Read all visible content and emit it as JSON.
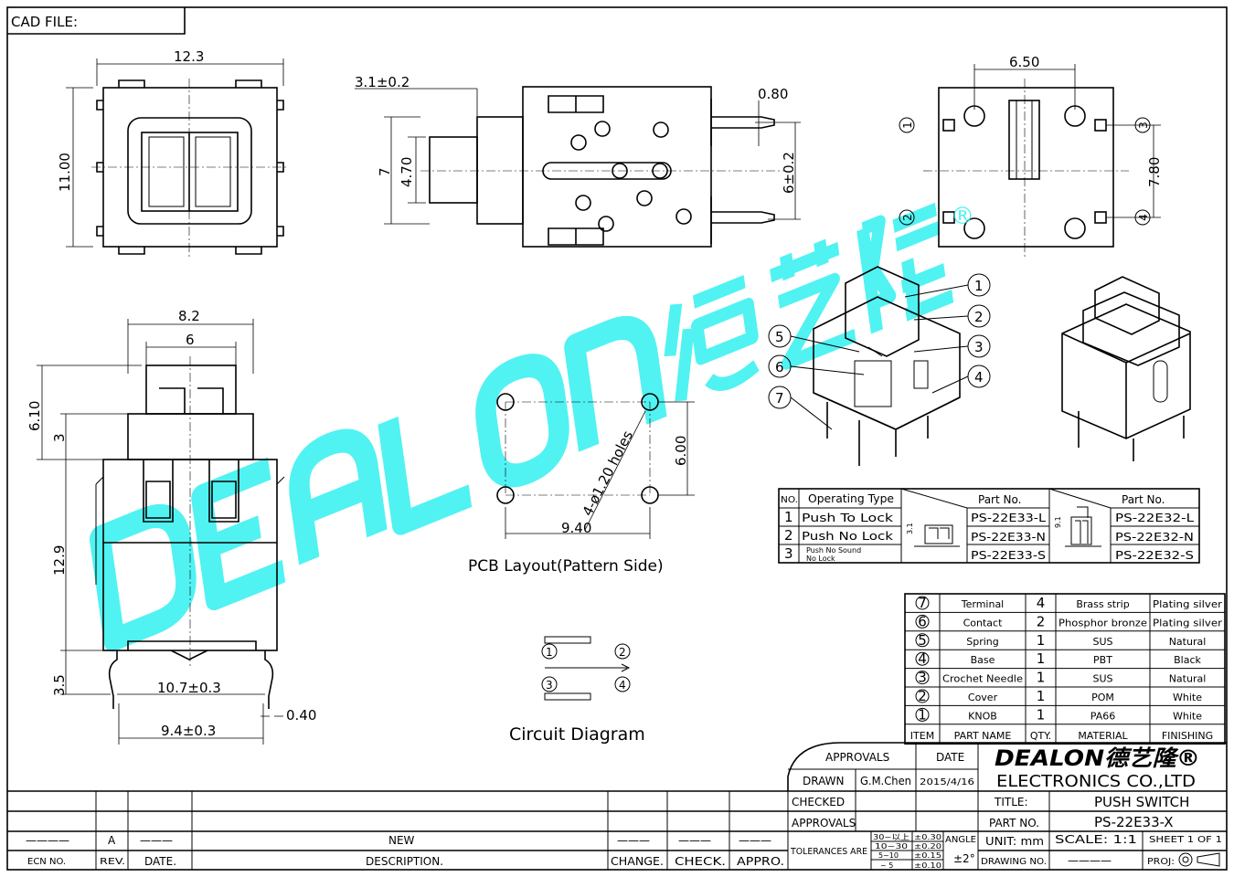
{
  "header": {
    "cad_file_label": "CAD  FILE:"
  },
  "watermark": {
    "text": "DEALON德艺隆",
    "registered": "®",
    "color": "#33f0f0"
  },
  "top_view": {
    "width": "12.3",
    "height": "11.00"
  },
  "side_view": {
    "stub": "3.1±0.2",
    "pin": "0.80",
    "h7": "7",
    "h470": "4.70",
    "pitch": "6±0.2"
  },
  "bottom_view": {
    "pitch_x": "6.50",
    "pitch_y": "7.80",
    "pins": [
      "1",
      "2",
      "3",
      "4"
    ]
  },
  "front_view": {
    "w82": "8.2",
    "w6": "6",
    "h610": "6.10",
    "h3": "3",
    "h129": "12.9",
    "h35": "3.5",
    "w107": "10.7±0.3",
    "w94": "9.4±0.3",
    "t040": "0.40"
  },
  "pcb": {
    "spacing_y": "6.00",
    "spacing_x": "9.40",
    "holes": "4-ø1.20 holes",
    "title": "PCB  Layout(Pattern  Side)"
  },
  "circuit": {
    "title": "Circuit  Diagram",
    "pins": [
      "1",
      "2",
      "3",
      "4"
    ]
  },
  "exploded": {
    "callouts": [
      "1",
      "2",
      "3",
      "4",
      "5",
      "6",
      "7"
    ]
  },
  "variants": {
    "headers": {
      "no": "NO.",
      "type": "Operating  Type",
      "part1": "Part  No.",
      "part2": "Part  No.",
      "dim1": "3.1",
      "dim2": "9.1"
    },
    "rows": [
      {
        "no": "1",
        "type": "Push  To  Lock",
        "p1": "PS-22E33-L",
        "p2": "PS-22E32-L"
      },
      {
        "no": "2",
        "type": "Push  No  Lock",
        "p1": "PS-22E33-N",
        "p2": "PS-22E32-N"
      },
      {
        "no": "3",
        "type": "Push  No  Sound",
        "type2": "No  Lock",
        "p1": "PS-22E33-S",
        "p2": "PS-22E32-S"
      }
    ]
  },
  "bom": {
    "headers": {
      "item": "ITEM",
      "name": "PART  NAME",
      "qty": "QTY.",
      "material": "MATERIAL",
      "finishing": "FINISHING"
    },
    "rows": [
      {
        "item": "7",
        "name": "Terminal",
        "qty": "4",
        "material": "Brass  strip",
        "finishing": "Plating  silver"
      },
      {
        "item": "6",
        "name": "Contact",
        "qty": "2",
        "material": "Phosphor  bronze",
        "finishing": "Plating  silver"
      },
      {
        "item": "5",
        "name": "Spring",
        "qty": "1",
        "material": "SUS",
        "finishing": "Natural"
      },
      {
        "item": "4",
        "name": "Base",
        "qty": "1",
        "material": "PBT",
        "finishing": "Black"
      },
      {
        "item": "3",
        "name": "Crochet  Needle",
        "qty": "1",
        "material": "SUS",
        "finishing": "Natural"
      },
      {
        "item": "2",
        "name": "Cover",
        "qty": "1",
        "material": "POM",
        "finishing": "White"
      },
      {
        "item": "1",
        "name": "KNOB",
        "qty": "1",
        "material": "PA66",
        "finishing": "White"
      }
    ]
  },
  "title_block": {
    "approvals": "APPROVALS",
    "date": "DATE",
    "drawn": "DRAWN",
    "drawn_by": "G.M.Chen",
    "drawn_date": "2015/4/16",
    "checked": "CHECKED",
    "approvals2": "APPROVALS",
    "tolerances_label": "TOLERANCES  ARE",
    "tolerances": [
      {
        "range": "30~以上",
        "value": "±0.30"
      },
      {
        "range": "10~30",
        "value": "±0.20"
      },
      {
        "range": "5~10",
        "value": "±0.15"
      },
      {
        "range": "~ 5",
        "value": "±0.10"
      }
    ],
    "angle_label": "ANGLE",
    "angle_value": "±2°",
    "company_logo": "DEALON德艺隆®",
    "company": "ELECTRONICS  CO.,LTD",
    "title_label": "TITLE:",
    "title": "PUSH  SWITCH",
    "part_no_label": "PART  NO.",
    "part_no": "PS-22E33-X",
    "unit": "UNIT:  mm",
    "scale": "SCALE:    1:1",
    "sheet": "SHEET    1  OF  1",
    "drawing_no_label": "DRAWING  NO.",
    "drawing_no": "————",
    "proj": "PROJ:"
  },
  "revision": {
    "row": {
      "ecn": "————",
      "rev": "A",
      "date": "———",
      "desc": "NEW",
      "change": "———",
      "check": "———",
      "appro": "———"
    },
    "headers": {
      "ecn": "ECN  NO.",
      "rev": "REV.",
      "date": "DATE.",
      "desc": "DESCRIPTION.",
      "change": "CHANGE.",
      "check": "CHECK.",
      "appro": "APPRO."
    }
  }
}
